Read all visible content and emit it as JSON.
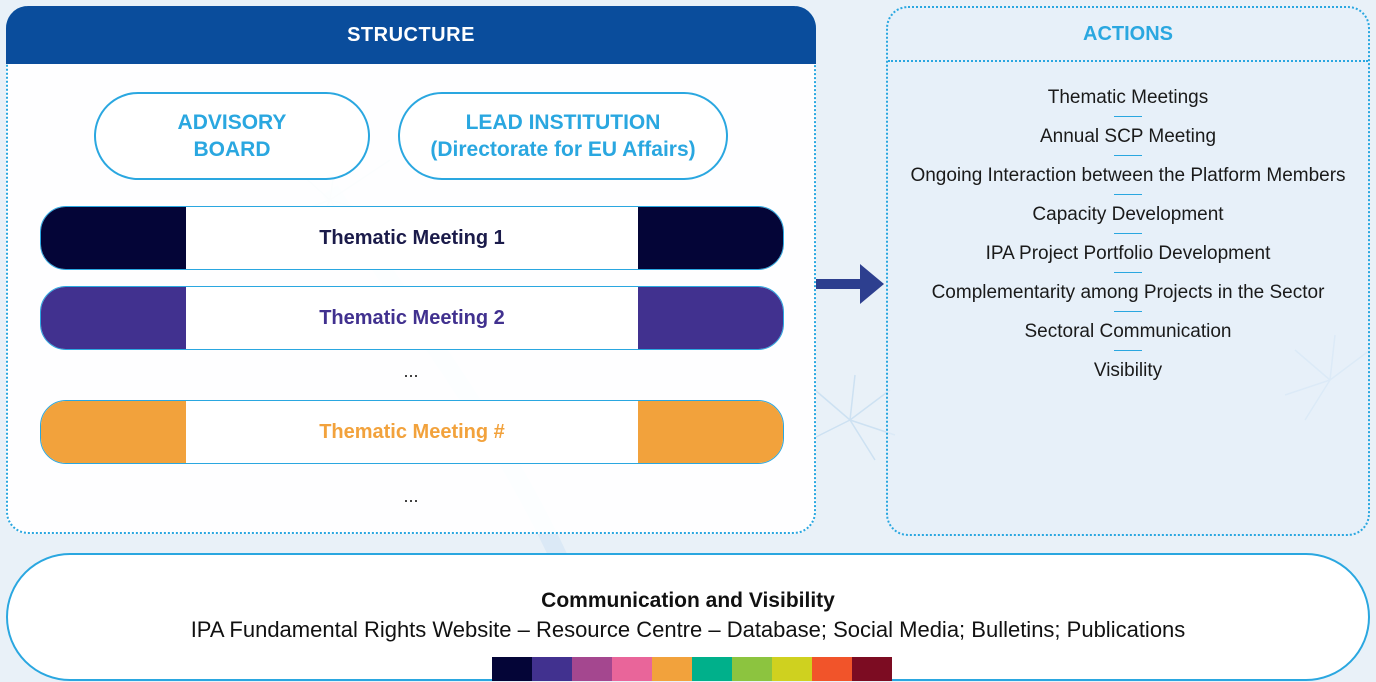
{
  "structure": {
    "header": "STRUCTURE",
    "advisory": [
      "ADVISORY",
      "BOARD"
    ],
    "lead": [
      "LEAD INSTITUTION",
      "(Directorate for EU Affairs)"
    ],
    "meetings": [
      {
        "label": "Thematic Meeting 1",
        "color": "#040537",
        "text_color": "#1b1b4a"
      },
      {
        "label": "Thematic Meeting 2",
        "color": "#41318f",
        "text_color": "#41318f"
      },
      {
        "label": "Thematic Meeting #",
        "color": "#f2a23c",
        "text_color": "#f2a23c"
      }
    ],
    "ellipsis_1": "...",
    "ellipsis_2": "..."
  },
  "actions": {
    "header": "ACTIONS",
    "items": [
      "Thematic Meetings",
      "Annual SCP Meeting",
      "Ongoing Interaction between the Platform Members",
      "Capacity Development",
      "IPA Project Portfolio Development",
      "Complementarity among Projects in the Sector",
      "Sectoral Communication",
      "Visibility"
    ]
  },
  "communication": {
    "title": "Communication and Visibility",
    "text": "IPA Fundamental Rights Website – Resource Centre – Database; Social Media; Bulletins; Publications"
  },
  "colors": {
    "header_bg": "#0a4d9c",
    "accent": "#2aa7e0",
    "arrow": "#2d3f8f",
    "stripe": [
      "#040537",
      "#41318f",
      "#a4478f",
      "#e9659a",
      "#f2a23c",
      "#00b08b",
      "#8cc43f",
      "#cfd11f",
      "#f1542a",
      "#7c0c22"
    ]
  }
}
